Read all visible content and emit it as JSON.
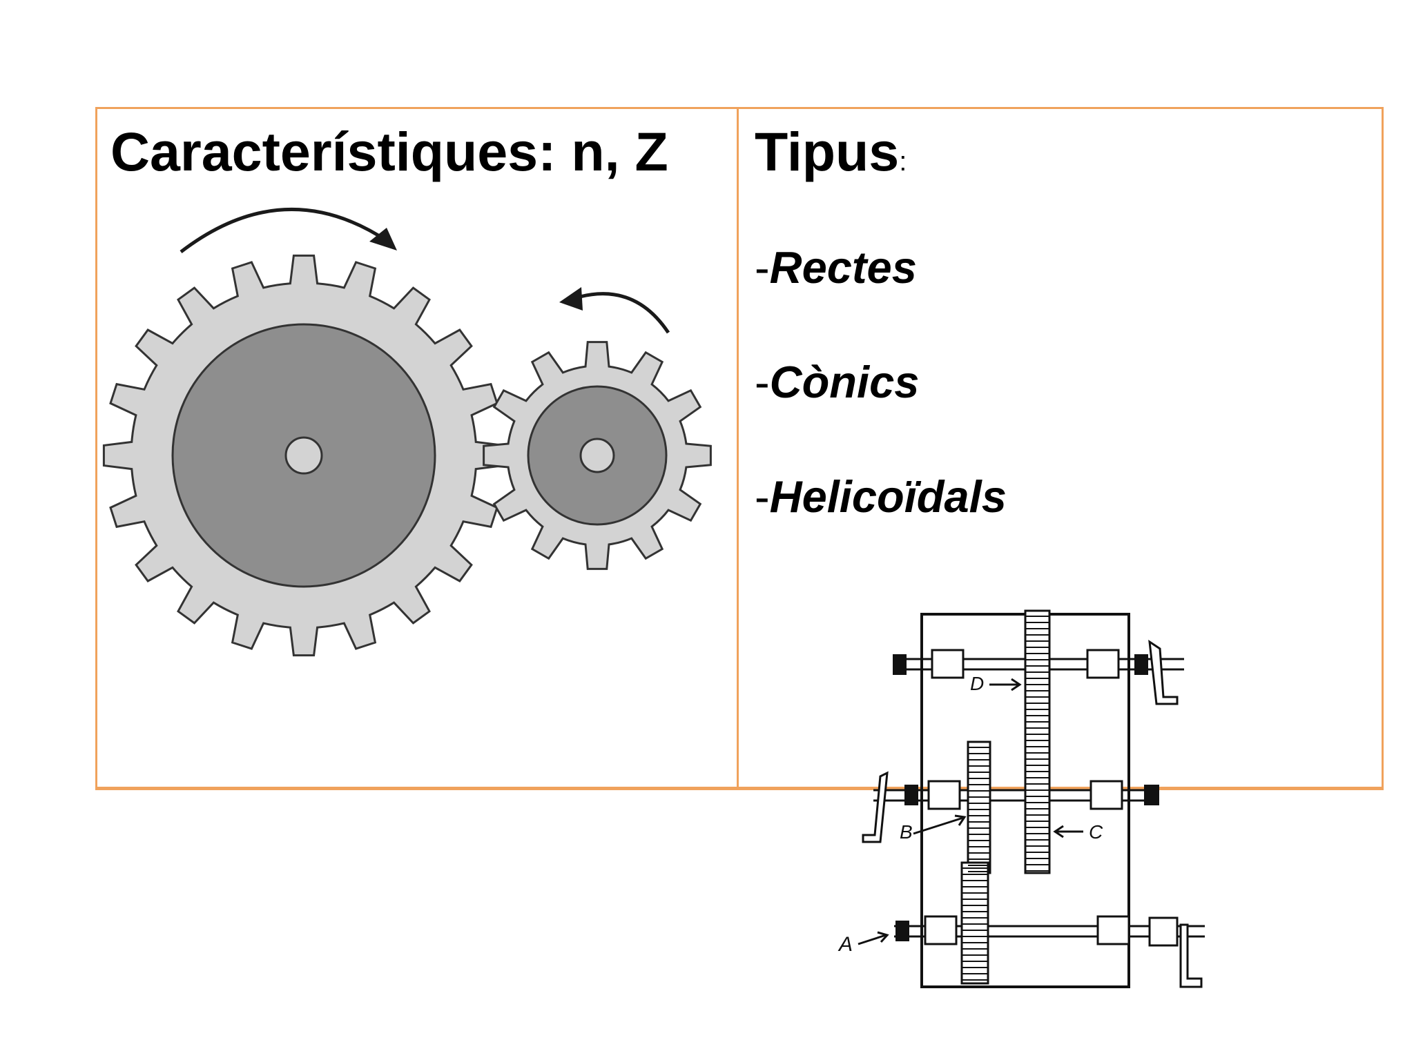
{
  "left_cell": {
    "title": "Característiques: n, Z"
  },
  "right_cell": {
    "title": "Tipus",
    "title_colon": ":",
    "types": [
      {
        "dash": "-",
        "label": "Rectes"
      },
      {
        "dash": "-",
        "label": "Cònics"
      },
      {
        "dash": "-",
        "label": "Helicoïdals"
      }
    ]
  },
  "gearbox_labels": {
    "a": "A",
    "b": "B",
    "c": "C",
    "d": "D"
  },
  "colors": {
    "border": "#f0a25c",
    "gear_light": "#d3d3d3",
    "gear_dark": "#8e8e8e",
    "outline": "#333333"
  }
}
